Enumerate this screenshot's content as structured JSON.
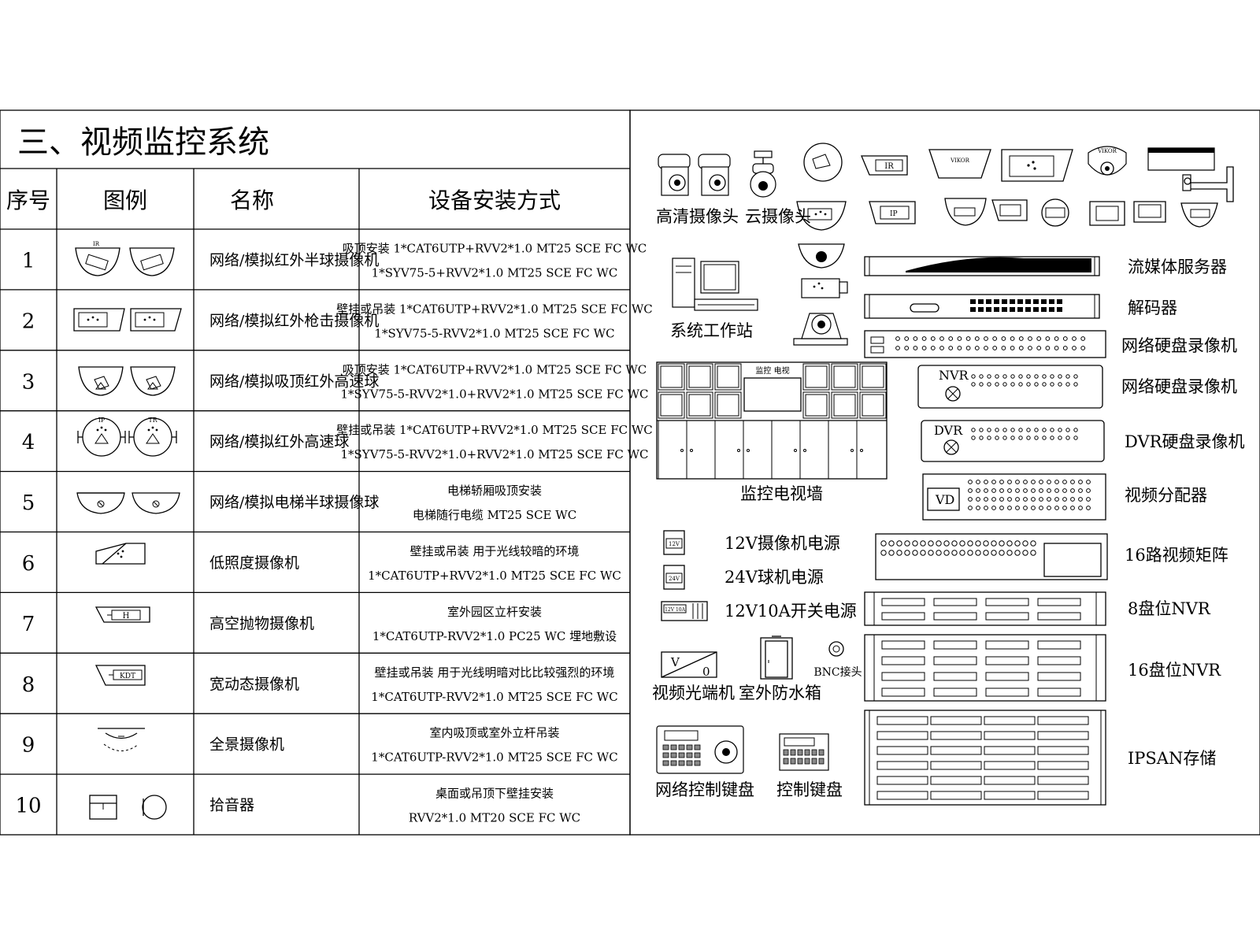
{
  "title": "三、视频监控系统",
  "headers": {
    "no": "序号",
    "legend": "图例",
    "name": "名称",
    "install": "设备安装方式"
  },
  "rows": [
    {
      "no": "1",
      "name": "网络/模拟红外半球摄像机",
      "install1": "吸顶安装    1*CAT6UTP+RVV2*1.0 MT25 SCE FC WC",
      "install2": "1*SYV75-5+RVV2*1.0 MT25 SCE FC WC"
    },
    {
      "no": "2",
      "name": "网络/模拟红外枪击摄像机",
      "install1": "壁挂或吊装   1*CAT6UTP+RVV2*1.0 MT25 SCE FC WC",
      "install2": "1*SYV75-5-RVV2*1.0 MT25 SCE FC WC"
    },
    {
      "no": "3",
      "name": "网络/模拟吸顶红外高速球",
      "install1": "吸顶安装    1*CAT6UTP+RVV2*1.0 MT25 SCE FC WC",
      "install2": "1*SYV75-5-RVV2*1.0+RVV2*1.0 MT25 SCE FC WC"
    },
    {
      "no": "4",
      "name": "网络/模拟红外高速球",
      "install1": "壁挂或吊装   1*CAT6UTP+RVV2*1.0 MT25 SCE FC WC",
      "install2": "1*SYV75-5-RVV2*1.0+RVV2*1.0 MT25 SCE FC WC"
    },
    {
      "no": "5",
      "name": "网络/模拟电梯半球摄像球",
      "install1": "电梯轿厢吸顶安装",
      "install2": "电梯随行电缆 MT25 SCE WC"
    },
    {
      "no": "6",
      "name": "低照度摄像机",
      "install1": "壁挂或吊装  用于光线较暗的环境",
      "install2": "1*CAT6UTP+RVV2*1.0 MT25 SCE FC WC"
    },
    {
      "no": "7",
      "name": "高空抛物摄像机",
      "install1": "室外园区立杆安装",
      "install2": "1*CAT6UTP-RVV2*1.0 PC25 WC 埋地敷设"
    },
    {
      "no": "8",
      "name": "宽动态摄像机",
      "install1": "壁挂或吊装 用于光线明暗对比比较强烈的环境",
      "install2": "1*CAT6UTP-RVV2*1.0 MT25 SCE FC WC"
    },
    {
      "no": "9",
      "name": "全景摄像机",
      "install1": "室内吸顶或室外立杆吊装",
      "install2": "1*CAT6UTP-RVV2*1.0 MT25 SCE FC WC"
    },
    {
      "no": "10",
      "name": "拾音器",
      "install1": "桌面或吊顶下壁挂安装",
      "install2": "RVV2*1.0 MT20 SCE FC WC"
    }
  ],
  "device_labels": {
    "hd_camera": "高清摄像头",
    "ptz_camera": "云摄像头",
    "workstation": "系统工作站",
    "tv_wall": "监控电视墙",
    "psu_12v": "12V摄像机电源",
    "psu_24v": "24V球机电源",
    "psu_12v10a": "12V10A开关电源",
    "optical": "视频光端机",
    "waterproof_box": "室外防水箱",
    "bnc": "BNC接头",
    "network_keyboard": "网络控制键盘",
    "control_keyboard": "控制键盘",
    "streaming_server": "流媒体服务器",
    "decoder": "解码器",
    "nvr_1": "网络硬盘录像机",
    "nvr_2": "网络硬盘录像机",
    "dvr": "DVR硬盘录像机",
    "distributor": "视频分配器",
    "matrix": "16路视频矩阵",
    "nvr_8": "8盘位NVR",
    "nvr_16": "16盘位NVR",
    "ipsan": "IPSAN存储"
  },
  "panel_text": {
    "tv_wall_caption": "监控 电视",
    "vikor_1": "VIKOR",
    "vikor_2": "VIKOR",
    "ir": "IR",
    "ip": "IP",
    "nvr": "NVR",
    "dvr": "DVR",
    "vd": "VD",
    "psu_12v_tag": "12V",
    "psu_24v_tag": "24V",
    "psu_10a_tag": "12V 10A",
    "optical_v": "V",
    "optical_0": "0",
    "legend_h": "H",
    "legend_kdt": "KDT",
    "legend_ip": "IP",
    "legend_tr": "TR"
  }
}
